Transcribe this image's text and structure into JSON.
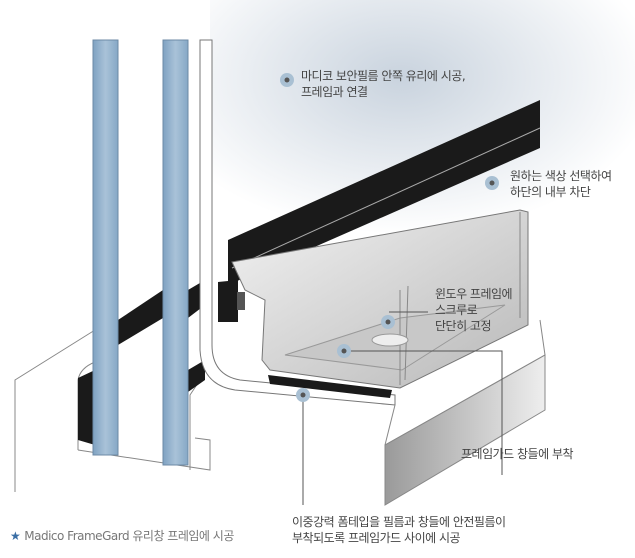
{
  "colors": {
    "glass": "#8fb0cc",
    "seal": "#1a1a1a",
    "dot_ring": "#a9c0d3",
    "dot_center": "#555555",
    "leader": "#555555",
    "text": "#444444",
    "star": "#3a6ea5"
  },
  "labels": {
    "film_connect": [
      "마디코 보안필름 안쪽 유리에 시공,",
      "프레임과 연결"
    ],
    "color_select": [
      "원하는 색상 선택하여",
      "하단의 내부 차단"
    ],
    "screw": [
      "윈도우 프레임에",
      "스크루로",
      "단단히 고정"
    ],
    "attach": "프레임가드 창들에 부착",
    "foam_tape": [
      "이중강력 폼테입을 필름과 창들에 안전필름이",
      "부착되도록 프레임가드 사이에 시공"
    ]
  },
  "footnote": {
    "icon": "star-icon",
    "text": "Madico FrameGard 유리창 프레임에 시공"
  }
}
